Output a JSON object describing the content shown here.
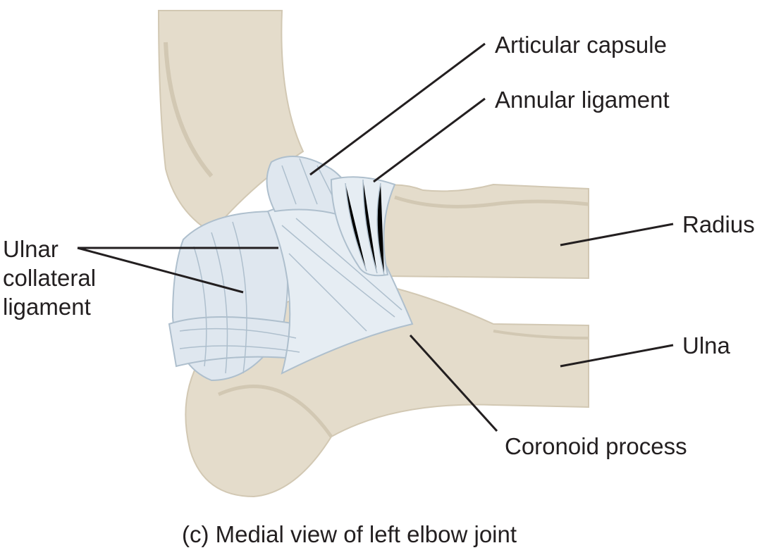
{
  "labels": {
    "articular_capsule": "Articular capsule",
    "annular_ligament": "Annular ligament",
    "radius": "Radius",
    "ulna": "Ulna",
    "coronoid_process": "Coronoid process",
    "ulnar_collateral_ligament": [
      "Ulnar",
      "collateral",
      "ligament"
    ]
  },
  "caption": "(c) Medial view of left elbow joint",
  "colors": {
    "bone": "#e4dccb",
    "bone_shade": "#d2c8b3",
    "ligament": "#dfe7ef",
    "ligament_line": "#aebfcd"
  }
}
